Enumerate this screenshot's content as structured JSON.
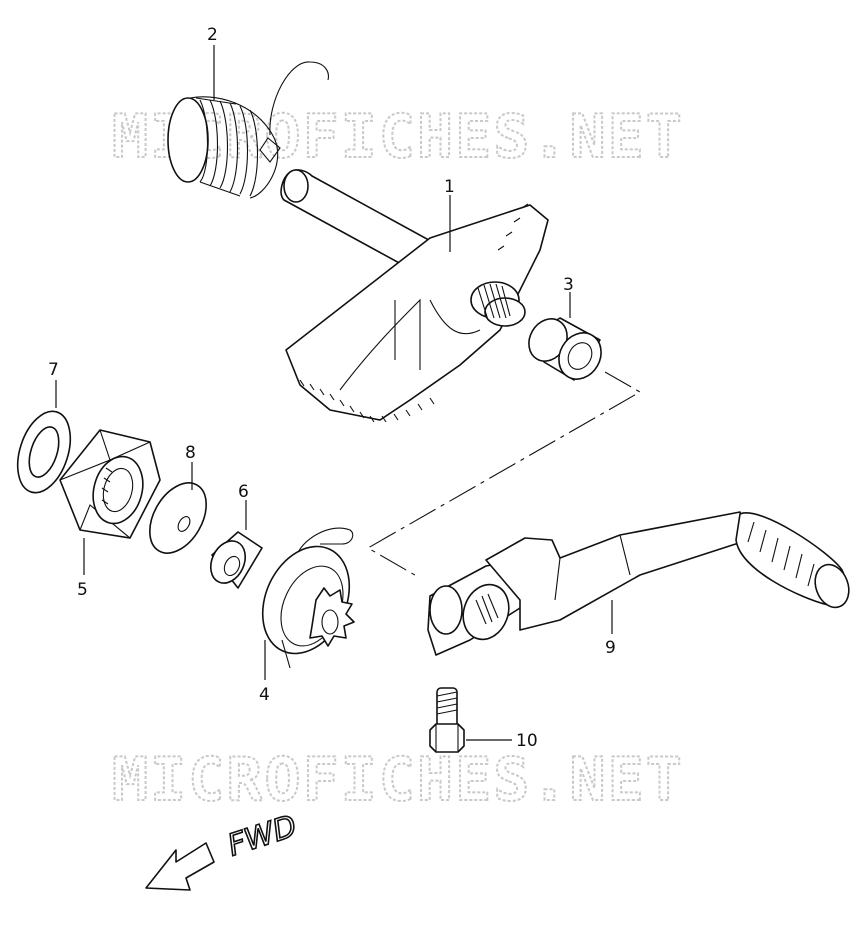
{
  "watermark_text": "MICROFICHES.NET",
  "direction_label": "FWD",
  "callouts": [
    {
      "id": "1",
      "label": "1"
    },
    {
      "id": "2",
      "label": "2"
    },
    {
      "id": "3",
      "label": "3"
    },
    {
      "id": "4",
      "label": "4"
    },
    {
      "id": "5",
      "label": "5"
    },
    {
      "id": "6",
      "label": "6"
    },
    {
      "id": "7",
      "label": "7"
    },
    {
      "id": "8",
      "label": "8"
    },
    {
      "id": "9",
      "label": "9"
    },
    {
      "id": "10",
      "label": "10"
    }
  ]
}
